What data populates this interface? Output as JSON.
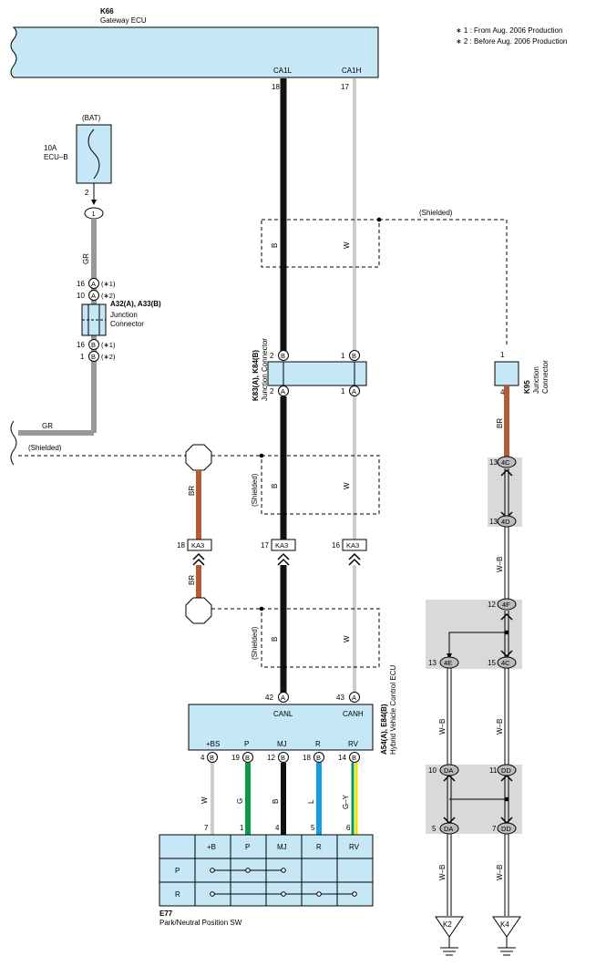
{
  "notes": {
    "note1": "∗ 1 : From Aug.  2006 Production",
    "note2": "∗ 2 : Before Aug.  2006 Production"
  },
  "gateway": {
    "code": "K66",
    "name": "Gateway ECU",
    "pin_ca1l": "CA1L",
    "pin_ca1h": "CA1H",
    "num_18": "18",
    "num_17": "17"
  },
  "fuse": {
    "bat": "(BAT)",
    "amp": "10A",
    "name": "ECU–B",
    "pin": "2",
    "conn": "1",
    "wire": "GR"
  },
  "jc_a32": {
    "code": "A32(A), A33(B)",
    "line1": "Junction",
    "line2": "Connector",
    "rows": [
      {
        "num": "16",
        "letter": "A",
        "note": "(∗1)"
      },
      {
        "num": "10",
        "letter": "A",
        "note": "(∗2)"
      },
      {
        "num": "16",
        "letter": "B",
        "note": "(∗1)"
      },
      {
        "num": "1",
        "letter": "B",
        "note": "(∗2)"
      }
    ],
    "wire_gr": "GR"
  },
  "shielded": "(Shielded)",
  "shielded_v": "(Shielded)",
  "wire_b": "B",
  "wire_w": "W",
  "wire_br": "BR",
  "jc_k83": {
    "code": "K83(A), K84(B)",
    "name": "Junction Connector",
    "top_l_num": "2",
    "top_l": "B",
    "top_r_num": "1",
    "top_r": "B",
    "bot_l_num": "2",
    "bot_l": "A",
    "bot_r_num": "1",
    "bot_r": "A"
  },
  "jc_k95": {
    "code": "K95",
    "line1": "Junction",
    "line2": "Connector",
    "top_num": "1",
    "bot_num": "4"
  },
  "ka3": {
    "label": "KA3",
    "n18": "18",
    "n17": "17",
    "n16": "16"
  },
  "right_conns": {
    "c4c_top": "4C",
    "c4c_top_num": "13",
    "c4d": "4D",
    "c4d_num": "13",
    "wb": "W–B",
    "c4f": "4F",
    "c4f_num": "12",
    "c4e": "4E",
    "c4e_num": "13",
    "c4c": "4C",
    "c4c_num": "15",
    "da_top": "DA",
    "da_top_num": "10",
    "dd_top": "DD",
    "dd_top_num": "11",
    "da_bot": "DA",
    "da_bot_num": "5",
    "dd_bot": "DD",
    "dd_bot_num": "7",
    "k2": "K2",
    "k4": "K4"
  },
  "hv_ecu": {
    "code": "A54(A), E84(B)",
    "name": "Hybrid Vehicle Control ECU",
    "canl": "CANL",
    "canh": "CANH",
    "n42": "42",
    "a42": "A",
    "n43": "43",
    "a43": "A",
    "pins": [
      {
        "label": "+BS",
        "num": "4",
        "letter": "B",
        "wire": "W",
        "sw_num": "7"
      },
      {
        "label": "P",
        "num": "19",
        "letter": "B",
        "wire": "G",
        "sw_num": "1"
      },
      {
        "label": "MJ",
        "num": "12",
        "letter": "B",
        "wire": "B",
        "sw_num": "4"
      },
      {
        "label": "R",
        "num": "18",
        "letter": "B",
        "wire": "L",
        "sw_num": "5"
      },
      {
        "label": "RV",
        "num": "14",
        "letter": "B",
        "wire": "G–Y",
        "sw_num": "6"
      }
    ]
  },
  "switch": {
    "code": "E77",
    "name": "Park/Neutral Position SW",
    "headers": [
      "+B",
      "P",
      "MJ",
      "R",
      "RV"
    ],
    "rows": [
      "P",
      "R"
    ]
  },
  "colors": {
    "box_fill": "#c6e8f6",
    "wire_black": "#111111",
    "wire_gray": "#999999",
    "wire_brown": "#b65a36",
    "wire_green": "#0c9a49",
    "wire_blue": "#159ddf",
    "wire_yellow": "#e5e600",
    "gray_zone": "#d9d9d9"
  }
}
